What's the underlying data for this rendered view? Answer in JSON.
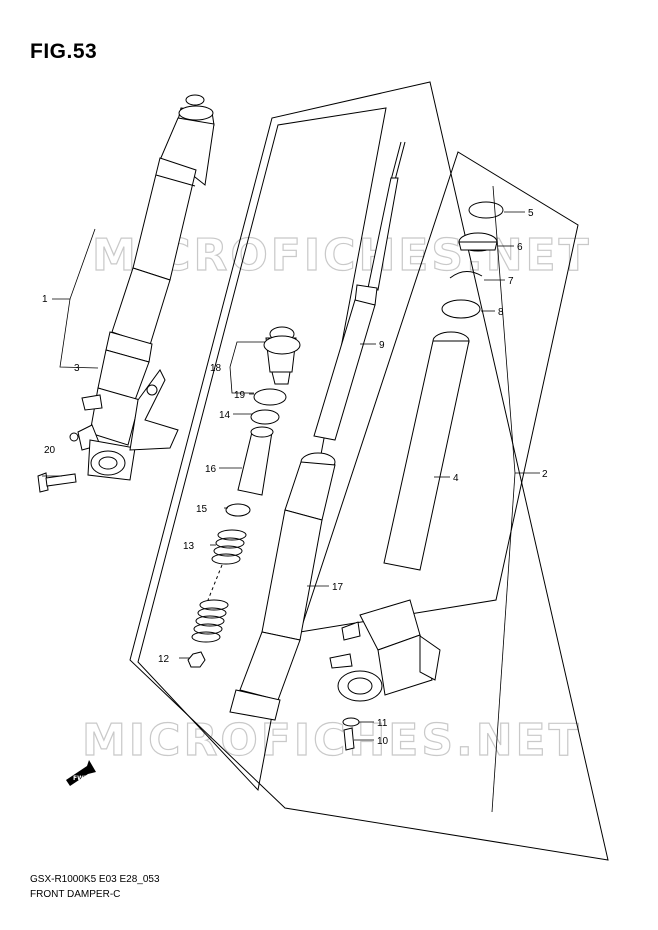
{
  "figure": {
    "title": "FIG.53",
    "model_code": "GSX-R1000K5 E03 E28_053",
    "name": "FRONT DAMPER-C"
  },
  "watermark": "MICROFICHES.NET",
  "fwd_label": "FWD",
  "callouts": [
    "1",
    "2",
    "3",
    "4",
    "5",
    "6",
    "7",
    "8",
    "9",
    "10",
    "11",
    "12",
    "13",
    "14",
    "15",
    "16",
    "17",
    "18",
    "19",
    "20"
  ],
  "colors": {
    "line": "#000000",
    "watermark": "#c9c9c9",
    "background": "#ffffff"
  }
}
